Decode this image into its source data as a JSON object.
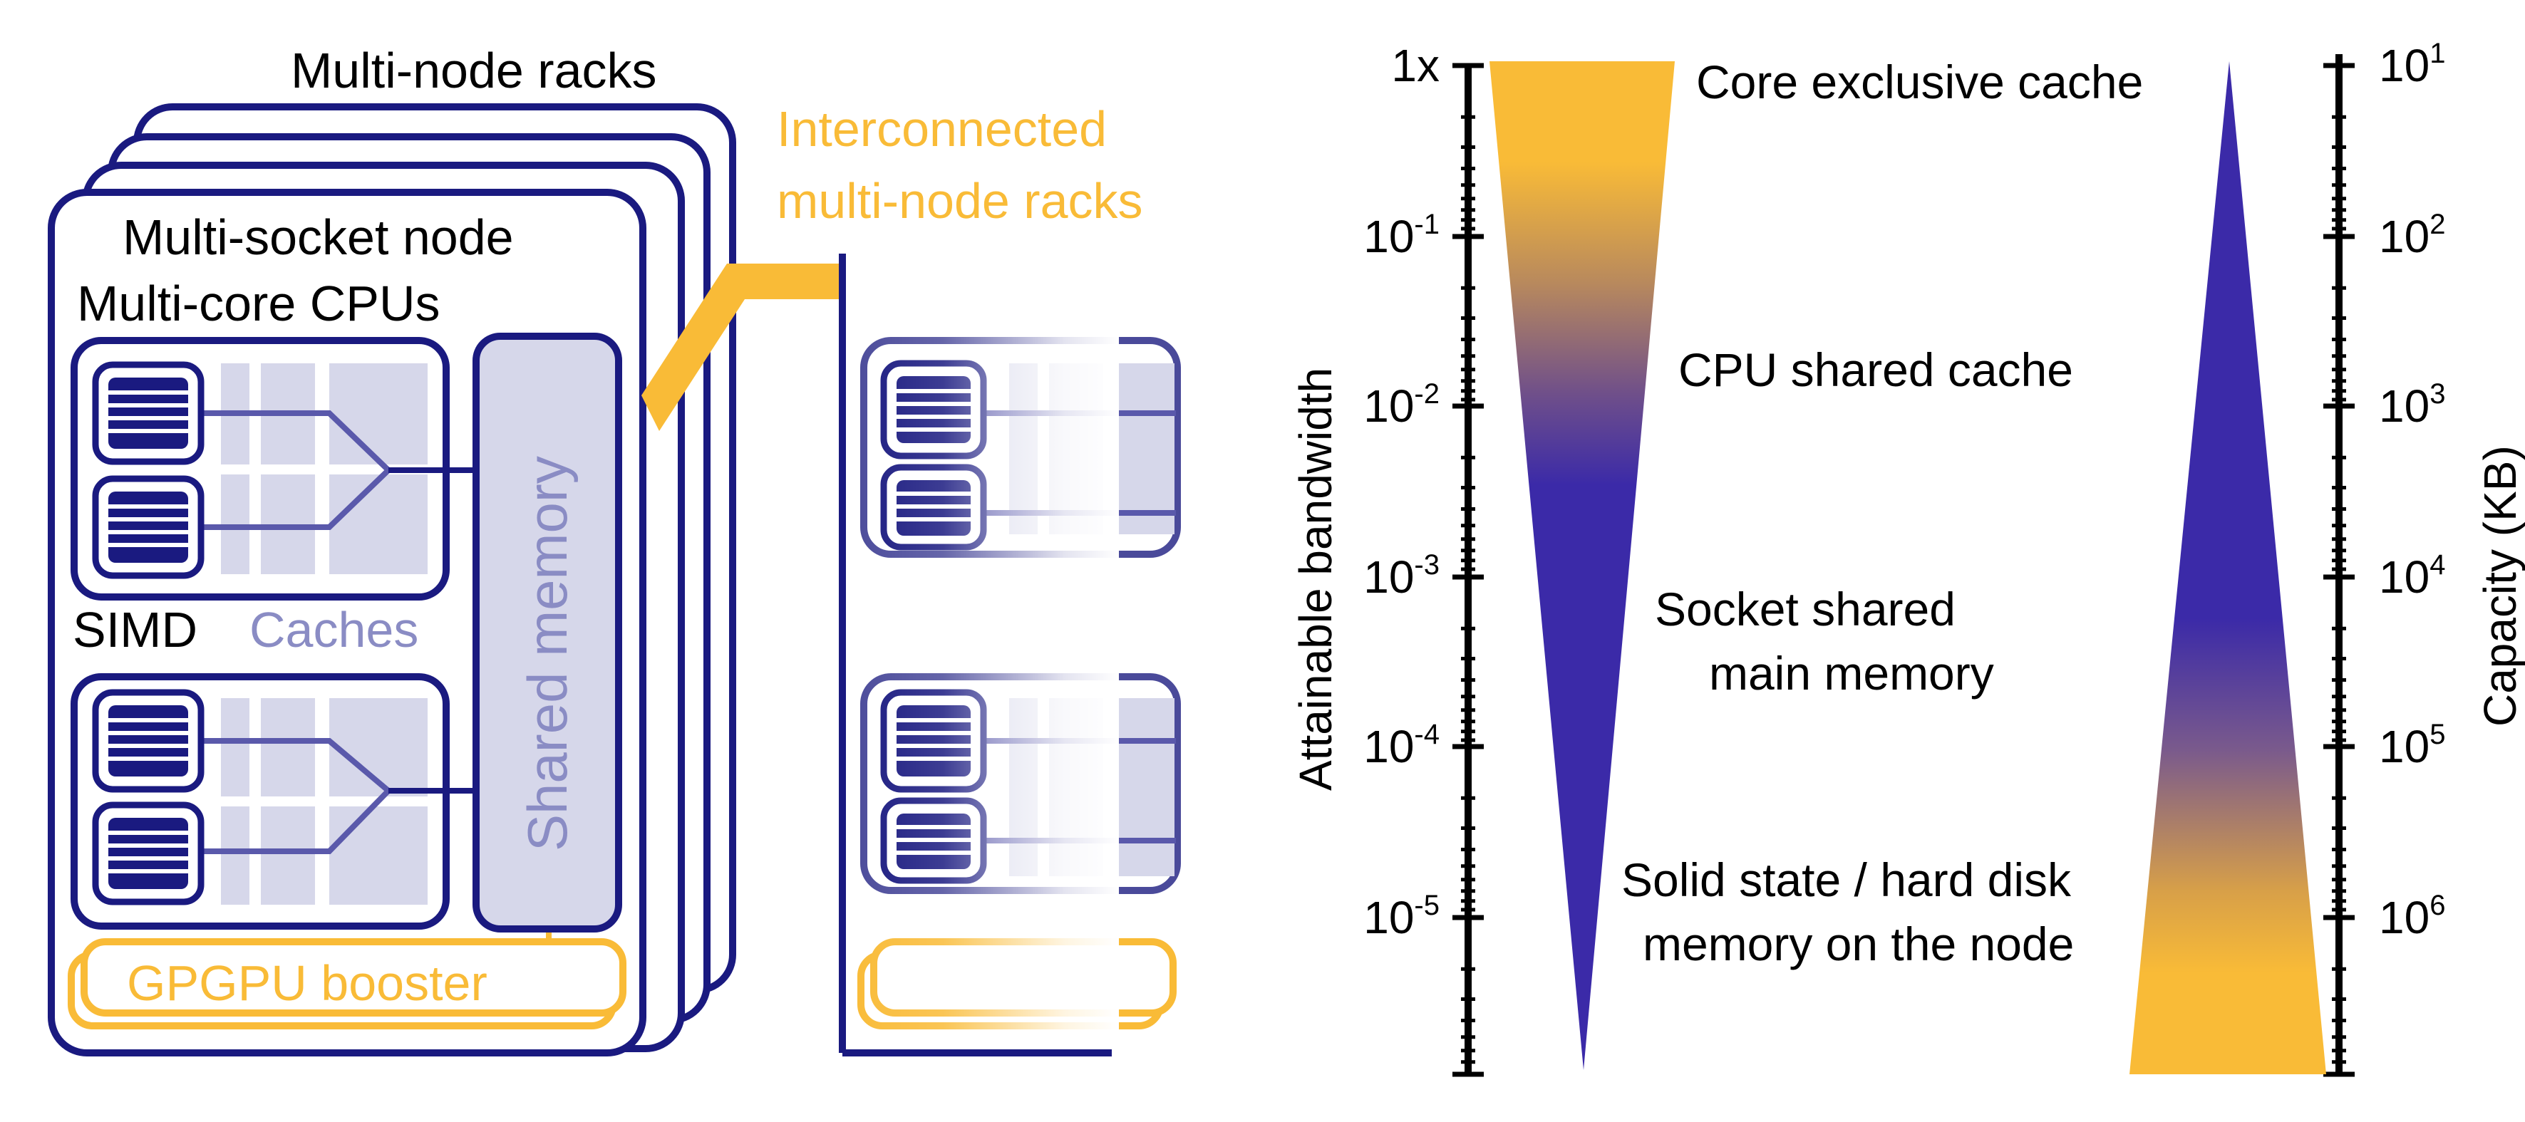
{
  "colors": {
    "navy": "#1a1a80",
    "navy_light": "#8a8cc4",
    "cache_fill": "#d6d7ea",
    "yellow": "#f9bb37",
    "purple": "#3b2aa8",
    "text": "#000000"
  },
  "diagram": {
    "labels": {
      "racks": "Multi-node racks",
      "interconnected_line1": "Interconnected",
      "interconnected_line2": "multi-node racks",
      "node": "Multi-socket node",
      "cpus": "Multi-core CPUs",
      "simd": "SIMD",
      "caches": "Caches",
      "shared_memory": "Shared memory",
      "gpgpu": "GPGPU booster"
    }
  },
  "hierarchy": {
    "left_axis": {
      "label": "Attainable bandwidth",
      "ticks": [
        {
          "base": "1x",
          "exp": ""
        },
        {
          "base": "10",
          "exp": "-1"
        },
        {
          "base": "10",
          "exp": "-2"
        },
        {
          "base": "10",
          "exp": "-3"
        },
        {
          "base": "10",
          "exp": "-4"
        },
        {
          "base": "10",
          "exp": "-5"
        }
      ]
    },
    "right_axis": {
      "label": "Capacity (KB)",
      "ticks": [
        {
          "base": "10",
          "exp": "1"
        },
        {
          "base": "10",
          "exp": "2"
        },
        {
          "base": "10",
          "exp": "3"
        },
        {
          "base": "10",
          "exp": "4"
        },
        {
          "base": "10",
          "exp": "5"
        },
        {
          "base": "10",
          "exp": "6"
        }
      ]
    },
    "levels": {
      "core_cache": "Core exclusive cache",
      "cpu_cache": "CPU shared cache",
      "socket_mem_line1": "Socket shared",
      "socket_mem_line2": "main memory",
      "disk_line1": "Solid state / hard disk",
      "disk_line2": "memory on the node"
    }
  }
}
